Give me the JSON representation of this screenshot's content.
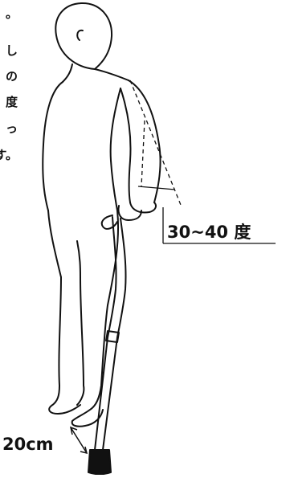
{
  "vertical_text": [
    "。",
    "し",
    "の",
    "度",
    "っ",
    "す。"
  ],
  "labels": {
    "angle": "30~40 度",
    "distance": "20cm"
  },
  "colors": {
    "stroke": "#111111",
    "background": "#ffffff"
  }
}
